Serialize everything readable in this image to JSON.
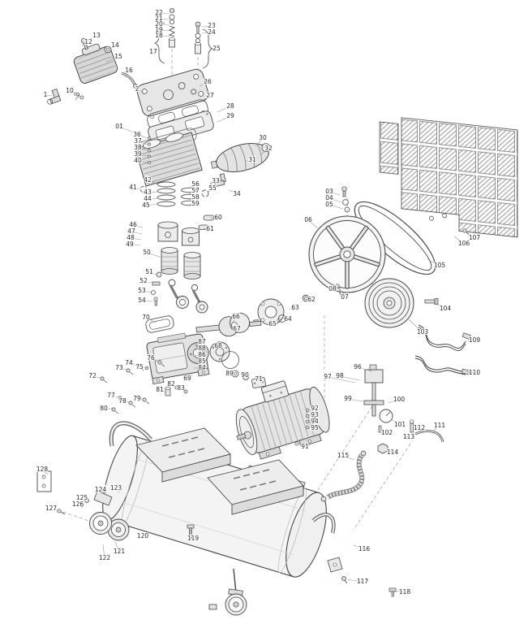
{
  "page": {
    "background": "#ffffff",
    "ink": "#474747",
    "label_color": "#2b2b2b",
    "leader_color": "#949494"
  },
  "diagram": {
    "type": "exploded-parts-diagram",
    "figure": "belt-drive-air-compressor",
    "labels": [
      [
        "22",
        196,
        16,
        209,
        17
      ],
      [
        "21",
        196,
        23,
        209,
        24
      ],
      [
        "20",
        196,
        30,
        209,
        31
      ],
      [
        "19",
        196,
        37,
        209,
        38
      ],
      [
        "18",
        196,
        44,
        209,
        45
      ],
      [
        "23",
        261,
        32,
        249,
        33
      ],
      [
        "24",
        261,
        40,
        249,
        41
      ],
      [
        "25",
        267,
        60,
        258,
        60
      ],
      [
        "17",
        189,
        64,
        null,
        null
      ],
      [
        "13",
        119,
        44,
        107,
        50
      ],
      [
        "12",
        109,
        52,
        101,
        56
      ],
      [
        "14",
        142,
        56,
        134,
        60
      ],
      [
        "15",
        146,
        70,
        131,
        76
      ],
      [
        "16",
        159,
        87,
        153,
        93
      ],
      [
        "1",
        56,
        117,
        64,
        118
      ],
      [
        "10",
        86,
        112,
        93,
        115
      ],
      [
        "9",
        96,
        118,
        100,
        120
      ],
      [
        "2",
        169,
        110,
        177,
        114
      ],
      [
        "26",
        256,
        101,
        246,
        106
      ],
      [
        "27",
        259,
        118,
        249,
        124
      ],
      [
        "28",
        284,
        131,
        268,
        138
      ],
      [
        "29",
        284,
        143,
        268,
        150
      ],
      [
        "01",
        147,
        156,
        168,
        164
      ],
      [
        "30",
        324,
        170,
        315,
        180
      ],
      [
        "32",
        331,
        183,
        322,
        190
      ],
      [
        "31",
        311,
        197,
        304,
        198
      ],
      [
        "36",
        169,
        166,
        182,
        170
      ],
      [
        "37",
        170,
        174,
        182,
        178
      ],
      [
        "38",
        170,
        182,
        182,
        185
      ],
      [
        "39",
        170,
        190,
        182,
        192
      ],
      [
        "40",
        170,
        198,
        182,
        200
      ],
      [
        "33",
        266,
        223,
        271,
        224
      ],
      [
        "34",
        292,
        239,
        283,
        234
      ],
      [
        "55",
        262,
        232,
        256,
        237
      ],
      [
        "42",
        182,
        222,
        194,
        227
      ],
      [
        "41",
        164,
        231,
        173,
        233
      ],
      [
        "43",
        182,
        237,
        194,
        236
      ],
      [
        "44",
        182,
        245,
        194,
        244
      ],
      [
        "45",
        180,
        253,
        194,
        251
      ],
      [
        "56",
        241,
        227,
        233,
        232
      ],
      [
        "57",
        241,
        235,
        233,
        239
      ],
      [
        "58",
        241,
        243,
        233,
        246
      ],
      [
        "59",
        241,
        251,
        233,
        252
      ],
      [
        "60",
        269,
        268,
        259,
        268
      ],
      [
        "61",
        259,
        282,
        251,
        281
      ],
      [
        "46",
        164,
        277,
        176,
        280
      ],
      [
        "47",
        162,
        285,
        175,
        288
      ],
      [
        "48",
        161,
        293,
        174,
        295
      ],
      [
        "49",
        160,
        301,
        173,
        302
      ],
      [
        "50",
        181,
        311,
        200,
        317
      ],
      [
        "51",
        184,
        335,
        193,
        338
      ],
      [
        "52",
        177,
        346,
        188,
        348
      ],
      [
        "53",
        175,
        358,
        186,
        360
      ],
      [
        "54",
        175,
        370,
        189,
        371
      ],
      [
        "70",
        180,
        391,
        192,
        397
      ],
      [
        "76",
        186,
        441,
        195,
        445
      ],
      [
        "74",
        159,
        447,
        169,
        450
      ],
      [
        "75",
        172,
        452,
        179,
        453
      ],
      [
        "73",
        147,
        453,
        156,
        455
      ],
      [
        "72",
        114,
        463,
        124,
        465
      ],
      [
        "77",
        137,
        487,
        146,
        489
      ],
      [
        "78",
        151,
        494,
        159,
        495
      ],
      [
        "79",
        169,
        491,
        176,
        491
      ],
      [
        "80",
        128,
        503,
        138,
        503
      ],
      [
        "81",
        197,
        480,
        205,
        483
      ],
      [
        "82",
        211,
        473,
        217,
        476
      ],
      [
        "83",
        223,
        478,
        228,
        481
      ],
      [
        "87",
        249,
        421,
        239,
        424
      ],
      [
        "88",
        249,
        429,
        239,
        431
      ],
      [
        "86",
        249,
        437,
        239,
        438
      ],
      [
        "85",
        249,
        445,
        239,
        446
      ],
      [
        "84",
        249,
        453,
        239,
        453
      ],
      [
        "69",
        231,
        466,
        237,
        461
      ],
      [
        "68",
        269,
        426,
        273,
        430
      ],
      [
        "67",
        292,
        405,
        291,
        406
      ],
      [
        "66",
        291,
        390,
        288,
        396
      ],
      [
        "89",
        283,
        460,
        288,
        461
      ],
      [
        "90",
        302,
        462,
        303,
        463
      ],
      [
        "71",
        319,
        467,
        319,
        469
      ],
      [
        "96",
        441,
        452,
        459,
        457
      ],
      [
        "98",
        419,
        463,
        444,
        468
      ],
      [
        "97",
        404,
        464,
        438,
        471
      ],
      [
        "99",
        429,
        491,
        448,
        494
      ],
      [
        "100",
        492,
        492,
        478,
        496
      ],
      [
        "101",
        493,
        523,
        482,
        516
      ],
      [
        "102",
        477,
        533,
        470,
        528
      ],
      [
        "114",
        484,
        557,
        477,
        554
      ],
      [
        "113",
        504,
        538,
        497,
        535
      ],
      [
        "112",
        517,
        527,
        510,
        527
      ],
      [
        "111",
        542,
        524,
        534,
        530
      ],
      [
        "115",
        423,
        561,
        437,
        566
      ],
      [
        "92",
        388,
        503,
        380,
        505
      ],
      [
        "93",
        388,
        511,
        380,
        512
      ],
      [
        "94",
        388,
        519,
        380,
        519
      ],
      [
        "95",
        388,
        527,
        380,
        526
      ],
      [
        "91",
        376,
        550,
        368,
        546
      ],
      [
        "03",
        406,
        236,
        419,
        240
      ],
      [
        "04",
        406,
        244,
        421,
        249
      ],
      [
        "05",
        406,
        252,
        423,
        257
      ],
      [
        "06",
        380,
        271,
        392,
        281
      ],
      [
        "08",
        410,
        356,
        415,
        353
      ],
      [
        "07",
        425,
        366,
        421,
        362
      ],
      [
        "62",
        384,
        369,
        380,
        367
      ],
      [
        "63",
        364,
        379,
        357,
        381
      ],
      [
        "64",
        355,
        393,
        349,
        391
      ],
      [
        "65",
        336,
        399,
        334,
        395
      ],
      [
        "107",
        585,
        293,
        575,
        286
      ],
      [
        "106",
        572,
        300,
        560,
        291
      ],
      [
        "105",
        542,
        327,
        527,
        319
      ],
      [
        "104",
        549,
        380,
        536,
        373
      ],
      [
        "103",
        521,
        409,
        503,
        392
      ],
      [
        "109",
        585,
        419,
        575,
        420
      ],
      [
        "110",
        585,
        459,
        575,
        457
      ],
      [
        "128",
        52,
        578,
        59,
        584
      ],
      [
        "124",
        124,
        603,
        131,
        607
      ],
      [
        "123",
        143,
        601,
        147,
        606
      ],
      [
        "125",
        101,
        613,
        107,
        616
      ],
      [
        "126",
        96,
        621,
        102,
        624
      ],
      [
        "127",
        63,
        626,
        71,
        628
      ],
      [
        "120",
        176,
        660,
        186,
        655
      ],
      [
        "119",
        238,
        663,
        236,
        655
      ],
      [
        "121",
        147,
        679,
        142,
        667
      ],
      [
        "122",
        129,
        687,
        127,
        670
      ],
      [
        "116",
        449,
        676,
        436,
        671
      ],
      [
        "117",
        447,
        716,
        428,
        713
      ],
      [
        "118",
        499,
        729,
        487,
        727
      ]
    ]
  }
}
